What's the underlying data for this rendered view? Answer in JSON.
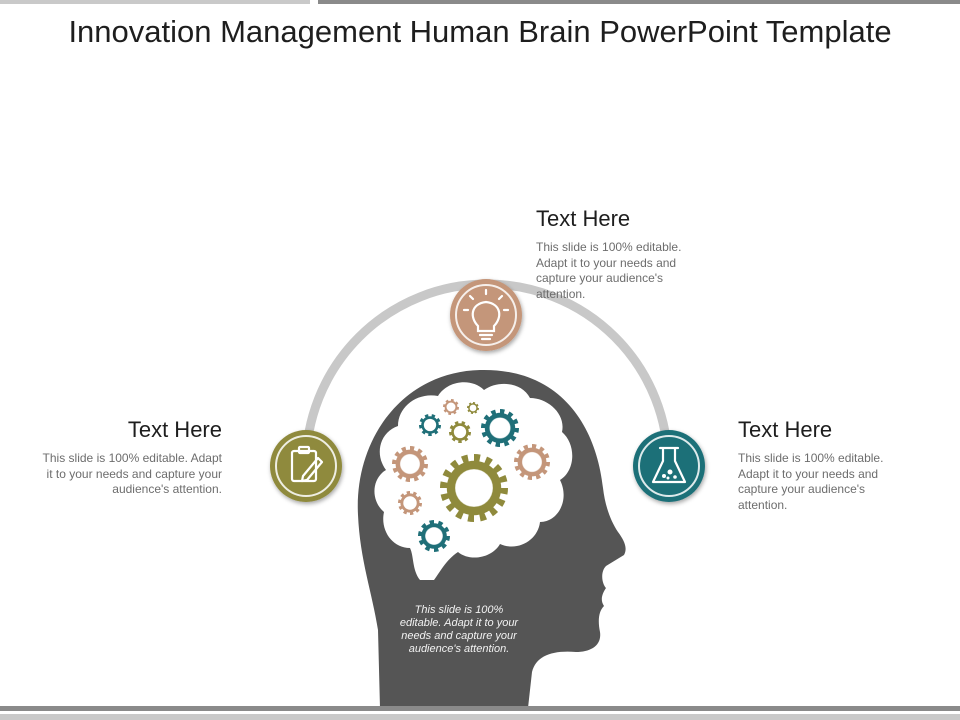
{
  "slide": {
    "title": "Innovation Management Human Brain PowerPoint Template"
  },
  "blocks": {
    "top": {
      "heading": "Text Here",
      "body": "This slide is 100% editable. Adapt it to your needs and capture your audience's attention."
    },
    "left": {
      "heading": "Text Here",
      "body": "This slide is 100% editable. Adapt it to your needs and capture your audience's attention."
    },
    "right": {
      "heading": "Text Here",
      "body": "This slide is 100% editable. Adapt it to your needs and capture your audience's attention."
    }
  },
  "head_caption": "This slide is 100% editable. Adapt it to your needs and capture your audience's attention.",
  "icons": {
    "top": "lightbulb-icon",
    "left": "clipboard-pencil-icon",
    "right": "flask-icon"
  },
  "colors": {
    "tan": "#c4967a",
    "olive": "#8f8a3c",
    "teal": "#1f6f78",
    "head": "#555555",
    "arc": "#c8c8c8"
  }
}
